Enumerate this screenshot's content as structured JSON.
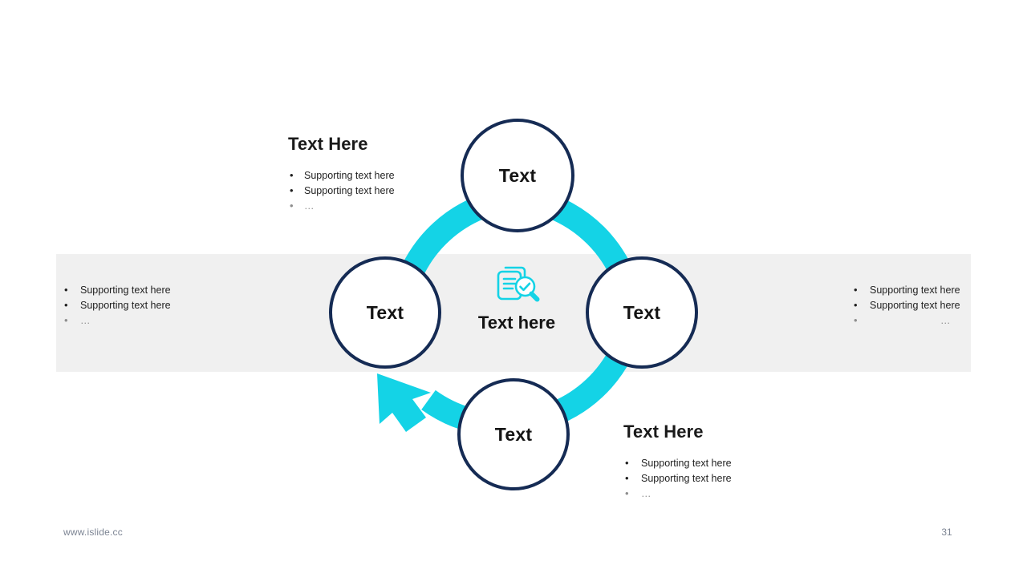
{
  "slide": {
    "background_color": "#ffffff",
    "band_color": "#f0f0f0",
    "accent_color": "#14d3e6",
    "node_border_color": "#152b54"
  },
  "center": {
    "icon": "clipboard-magnifier-check-icon",
    "caption": "Text here"
  },
  "nodes": [
    {
      "id": "top",
      "label": "Text"
    },
    {
      "id": "right",
      "label": "Text"
    },
    {
      "id": "bottom",
      "label": "Text"
    },
    {
      "id": "left",
      "label": "Text"
    }
  ],
  "blocks": {
    "top_left": {
      "heading": "Text Here",
      "bullets": [
        "Supporting  text here",
        "Supporting  text here",
        "…"
      ]
    },
    "left": {
      "heading": "",
      "bullets": [
        "Supporting  text here",
        "Supporting  text here",
        "…"
      ]
    },
    "right": {
      "heading": "",
      "bullets": [
        "Supporting  text here",
        "Supporting  text here",
        "…"
      ]
    },
    "bottom_right": {
      "heading": "Text Here",
      "bullets": [
        "Supporting  text here",
        "Supporting  text here",
        "…"
      ]
    }
  },
  "footer": {
    "url": "www.islide.cc",
    "page_number": "31"
  }
}
